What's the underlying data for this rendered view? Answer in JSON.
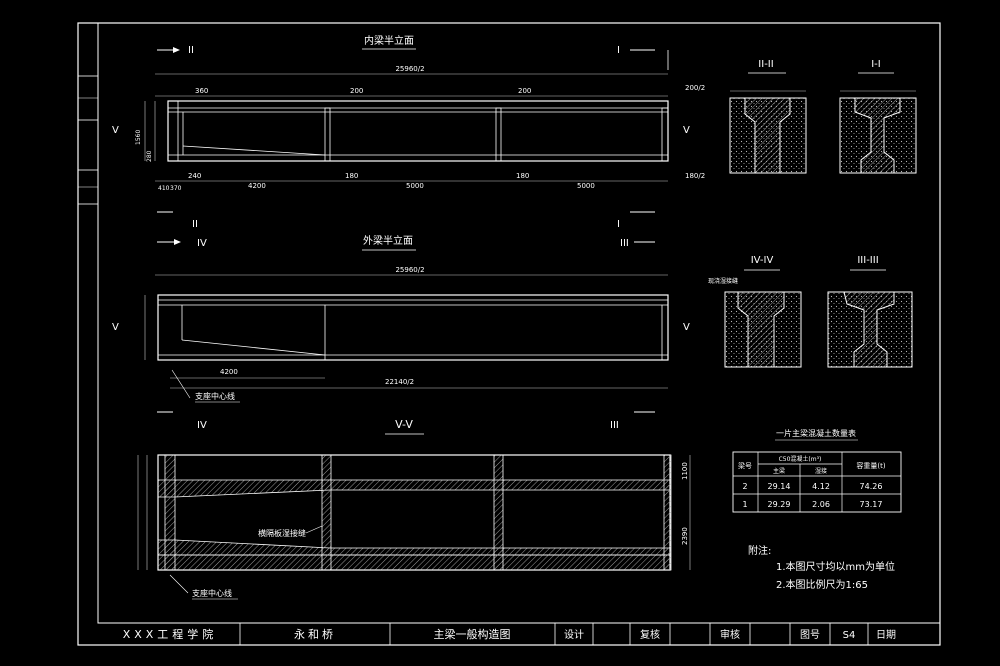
{
  "colors": {
    "background": "#000000",
    "line": "#ffffff",
    "dim": "#c8c8c8",
    "hatch": "#9a9a9a"
  },
  "inner_beam": {
    "title": "内梁半立面",
    "section_left": "II",
    "section_right": "I",
    "side_mark": "V",
    "overall_dim": "25960/2",
    "top_dims": [
      "360",
      "200",
      "200"
    ],
    "end_dim": "200/2",
    "bottom_dims": [
      "240",
      "4200",
      "180",
      "5000",
      "180",
      "5000",
      "180/2"
    ],
    "bottom_small": [
      "410",
      "370"
    ],
    "height_dims": [
      "1560",
      "280"
    ]
  },
  "outer_beam": {
    "title": "外梁半立面",
    "section_left": "IV",
    "section_right": "III",
    "side_mark": "V",
    "overall_dim": "25960/2",
    "bottom_dims": [
      "4200",
      "22140/2"
    ],
    "support_note": "支座中心线"
  },
  "sections": {
    "s2": "II-II",
    "s1": "I-I",
    "s4": "IV-IV",
    "s3": "III-III",
    "callout": "现浇湿接缝"
  },
  "plan": {
    "title": "V-V",
    "left_mark": "IV",
    "right_mark": "III",
    "note_diaphragm": "横隔板湿接缝",
    "note_support": "支座中心线",
    "right_dims": [
      "1100",
      "2390"
    ]
  },
  "table": {
    "title": "一片主梁混凝土数量表",
    "headers": [
      "梁号",
      "C50混凝土(m³)",
      "",
      "容重量(t)"
    ],
    "sub_headers": [
      "主梁",
      "湿接"
    ],
    "rows": [
      [
        "2",
        "29.14",
        "4.12",
        "74.26"
      ],
      [
        "1",
        "29.29",
        "2.06",
        "73.17"
      ]
    ]
  },
  "notes": {
    "title": "附注:",
    "items": [
      "1.本图尺寸均以mm为单位",
      "2.本图比例尺为1:65"
    ]
  },
  "title_block": {
    "school": "XXX工程学院",
    "project": "永和桥",
    "drawing": "主梁一般构造图",
    "design": "设计",
    "review": "复核",
    "check": "审核",
    "drawing_no_label": "图号",
    "drawing_no": "S4",
    "date_label": "日期"
  }
}
